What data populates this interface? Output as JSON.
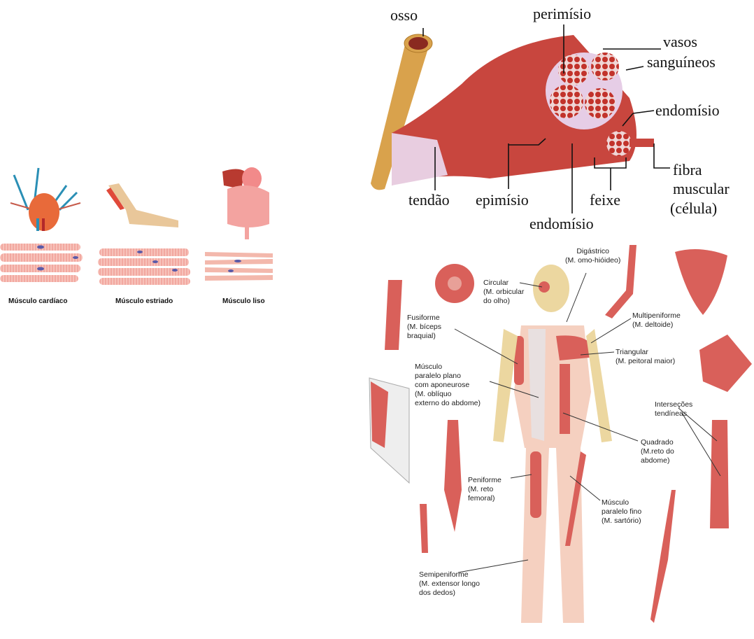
{
  "muscle_types": {
    "captions": [
      "Músculo cardíaco",
      "Músculo estriado",
      "Músculo liso"
    ]
  },
  "muscle_structure": {
    "labels": {
      "osso": "osso",
      "perimisio": "perimísio",
      "vasos": "vasos",
      "sanguineos": "sanguíneos",
      "endomisio_right": "endomísio",
      "fibra": "fibra",
      "muscular": "muscular",
      "celula": "(célula)",
      "tendao": "tendão",
      "epimisio": "epimísio",
      "feixe": "feixe",
      "endomisio_bottom": "endomísio"
    }
  },
  "muscle_shapes": {
    "digastrico": [
      "Digástrico",
      "(M. omo-hióideo)"
    ],
    "circular": [
      "Circular",
      "(M. orbicular",
      "do olho)"
    ],
    "fusiforme": [
      "Fusiforme",
      "(M. bíceps",
      "braquial)"
    ],
    "paralelo_plano": [
      "Músculo",
      "paralelo plano",
      "com aponeurose",
      "(M. oblíquo",
      "externo do abdome)"
    ],
    "multipeniforme": [
      "Multipeniforme",
      "(M. deltoide)"
    ],
    "triangular": [
      "Triangular",
      "(M. peitoral maior)"
    ],
    "intersecoes": [
      "Interseções",
      "tendíneas"
    ],
    "quadrado": [
      "Quadrado",
      "(M.reto do",
      "abdome)"
    ],
    "peniforme": [
      "Peniforme",
      "(M. reto",
      "femoral)"
    ],
    "paralelo_fino": [
      "Músculo",
      "paralelo fino",
      "(M. sartório)"
    ],
    "semipeniforme": [
      "Semipeniforme",
      "(M. extensor longo",
      "dos dedos)"
    ]
  },
  "colors": {
    "muscle": "#d9605a",
    "bone": "#e8c98a",
    "vein": "#2a8fb5"
  }
}
